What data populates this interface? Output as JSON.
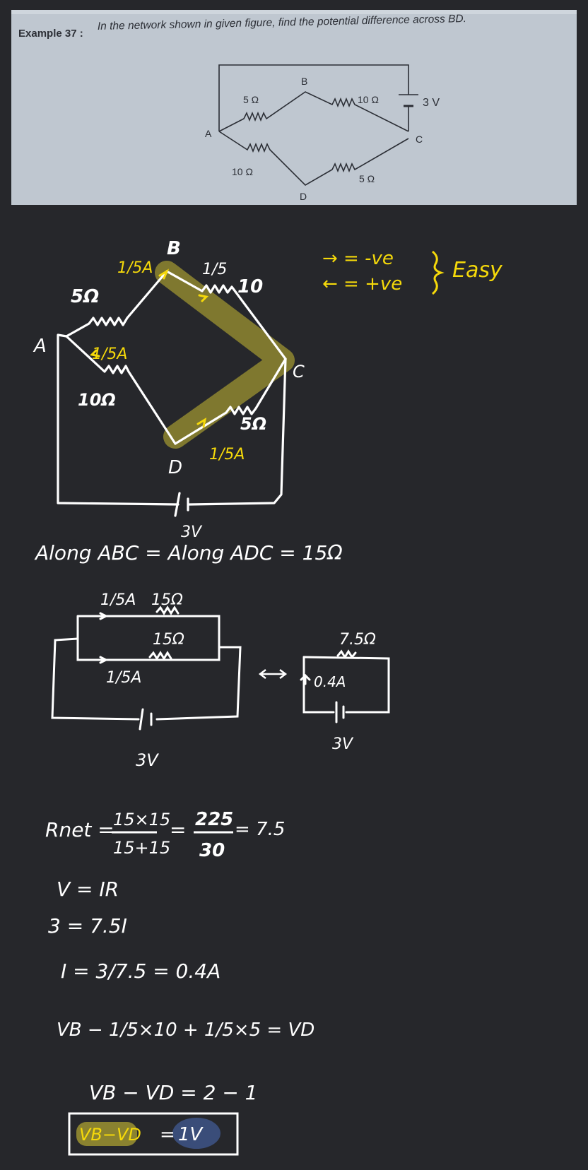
{
  "question": {
    "prefix": "Example 37 :",
    "text": "In the network shown in given figure, find the potential difference across BD."
  },
  "printed_circuit": {
    "nodes": {
      "a": "A",
      "b": "B",
      "c": "C",
      "d": "D"
    },
    "r_ab": "5 Ω",
    "r_bc": "10 Ω",
    "r_ad": "10 Ω",
    "r_dc": "5 Ω",
    "emf": "3 V"
  },
  "sketch": {
    "node_a": "A",
    "node_b": "B",
    "node_c": "C",
    "node_d": "D",
    "r_ab": "5Ω",
    "r_bc": "10",
    "r_ad": "10Ω",
    "r_dc": "5Ω",
    "i_ab": "1/5A",
    "i_bc": "1/5",
    "i_ad": "1/5A",
    "i_dc": "1/5A",
    "battery": "3V"
  },
  "legend": {
    "right_arrow": "→ = -ve",
    "left_arrow": "← = +ve",
    "note": "Easy"
  },
  "along_line": "Along ABC = Along ADC = 15Ω",
  "parallel": {
    "top_current": "1/5A",
    "top_r": "15Ω",
    "mid_r": "15Ω",
    "bottom_current": "1/5A",
    "battery": "3V"
  },
  "equivalent": {
    "r": "7.5Ω",
    "current": "0.4A",
    "battery": "3V"
  },
  "working": {
    "rnet_label": "Rnet =",
    "rnet_num": "15×15",
    "rnet_den": "15+15",
    "rnet_eq": "=",
    "rnet_num2": "225",
    "rnet_den2": "30",
    "rnet_result": "= 7.5",
    "ohm": "V = IR",
    "subst": "3 = 7.5I",
    "current": "I = 3/7.5 = 0.4A",
    "kvl": "VB − 1/5×10 + 1/5×5 = VD",
    "diff": "VB − VD = 2 − 1",
    "answer_lhs": "VB−VD",
    "answer_eq": "=",
    "answer_rhs": "1V"
  },
  "colors": {
    "background": "#26272b",
    "ink": "#ffffff",
    "highlight_ink": "#f5d90a",
    "highlight": "#8a8230",
    "answer_fill": "#3a4d79",
    "photo_bg": "#bfc7d0"
  }
}
